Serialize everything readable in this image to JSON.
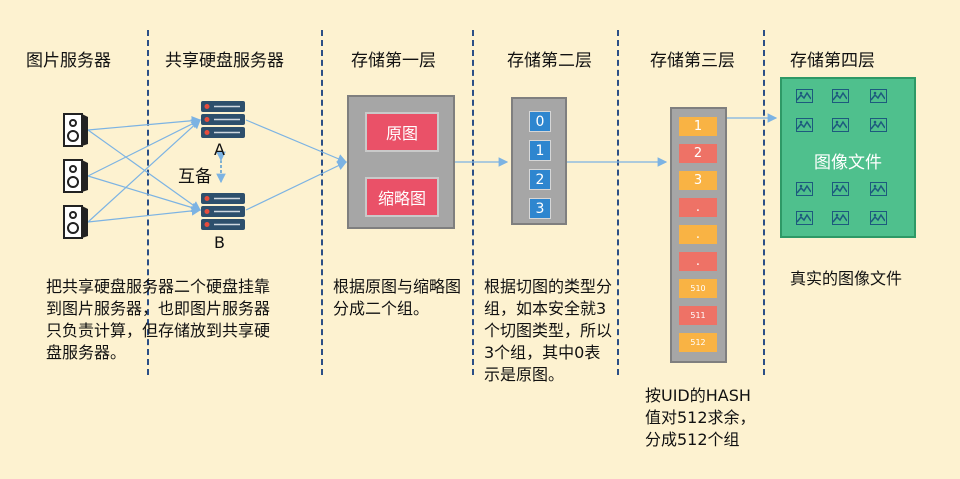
{
  "headers": {
    "image_server": "图片服务器",
    "shared_disk_server": "共享硬盘服务器",
    "layer1": "存储第一层",
    "layer2": "存储第二层",
    "layer3": "存储第三层",
    "layer4": "存储第四层"
  },
  "servers": {
    "label_a": "A",
    "label_b": "B",
    "mutual_backup": "互备"
  },
  "layer1": {
    "original": "原图",
    "thumbnail": "缩略图"
  },
  "layer2": {
    "indices": [
      "0",
      "1",
      "2",
      "3"
    ]
  },
  "layer3": {
    "slots": [
      "1",
      "2",
      "3",
      ".",
      ".",
      ".",
      "510",
      "511",
      "512"
    ]
  },
  "layer4": {
    "label": "图像文件",
    "caption": "真实的图像文件"
  },
  "descriptions": {
    "col1": "把共享硬盘服务器二个硬盘挂靠到图片服务器，也即图片服务器只负责计算，但存储放到共享硬盘服务器。",
    "col3": "根据原图与缩略图分成二个组。",
    "col4": "根据切图的类型分组，如本安全就3个切图类型，所以3个组，其中0表示是原图。",
    "col5": "按UID的HASH值对512求余，分成512个组"
  },
  "colors": {
    "background": "#fdf2d0",
    "divider": "#2b4f86",
    "arrow": "#7cb3e3",
    "red_box": "#ea5168",
    "blue_index": "#2e86cf",
    "orange_slot": "#f9b344",
    "pink_slot": "#ee7266",
    "green_box": "#4fc08d",
    "server_red": "#c0392b"
  }
}
